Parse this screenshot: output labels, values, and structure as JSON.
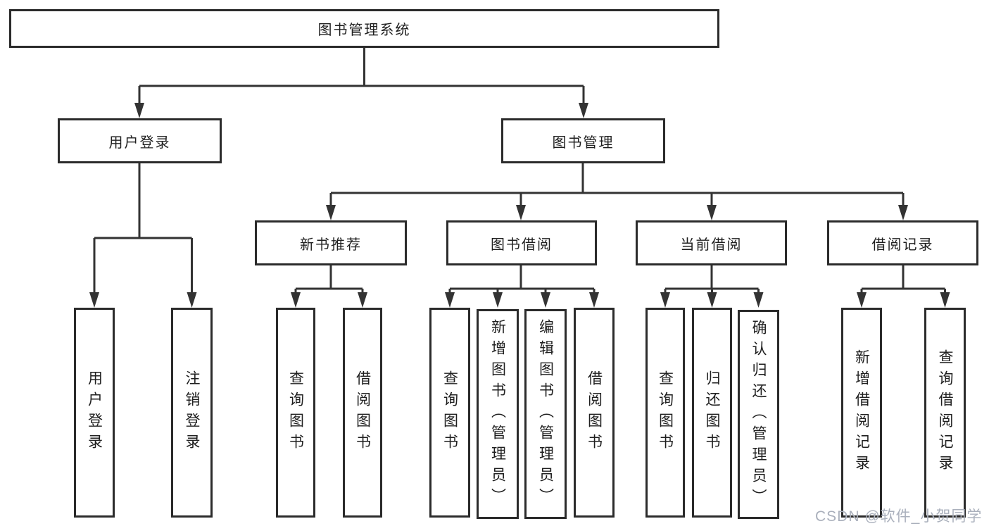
{
  "colors": {
    "line": "#333333",
    "box-border": "#2b2b2b",
    "text": "#1f1f1f",
    "bg": "#ffffff",
    "watermark": "#aab0bc"
  },
  "watermark": {
    "text": "CSDN @软件_小贺同学"
  },
  "tree": {
    "root": {
      "label": "图书管理系统"
    },
    "children": [
      {
        "label": "用户登录",
        "children": [
          {
            "label": "用户登录"
          },
          {
            "label": "注销登录"
          }
        ]
      },
      {
        "label": "图书管理",
        "children": [
          {
            "label": "新书推荐",
            "children": [
              {
                "label": "查询图书"
              },
              {
                "label": "借阅图书"
              }
            ]
          },
          {
            "label": "图书借阅",
            "children": [
              {
                "label": "查询图书"
              },
              {
                "label": "新增图书（管理员）"
              },
              {
                "label": "编辑图书（管理员）"
              },
              {
                "label": "借阅图书"
              }
            ]
          },
          {
            "label": "当前借阅",
            "children": [
              {
                "label": "查询图书"
              },
              {
                "label": "归还图书"
              },
              {
                "label": "确认归还（管理员）"
              }
            ]
          },
          {
            "label": "借阅记录",
            "children": [
              {
                "label": "新增借阅记录"
              },
              {
                "label": "查询借阅记录"
              }
            ]
          }
        ]
      }
    ]
  }
}
